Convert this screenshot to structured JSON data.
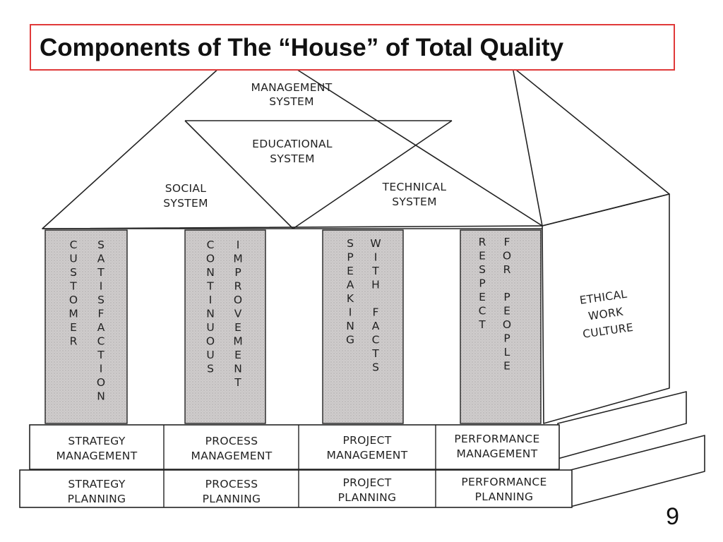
{
  "title": "Components of The “House” of Total Quality",
  "roof": {
    "top": [
      "MANAGEMENT",
      "SYSTEM"
    ],
    "middle": [
      "EDUCATIONAL",
      "SYSTEM"
    ],
    "left": [
      "SOCIAL",
      "SYSTEM"
    ],
    "right": [
      "TECHNICAL",
      "SYSTEM"
    ]
  },
  "pillars": [
    {
      "left": "CUSTOMER",
      "right": "SATISFACTION"
    },
    {
      "left": "CONTINUOUS",
      "right": "IMPROVEMENT"
    },
    {
      "left": "SPEAKING",
      "right": "WITH FACTS"
    },
    {
      "left": "RESPECT",
      "right": "FOR PEOPLE"
    }
  ],
  "side_wall": [
    "ETHICAL",
    "WORK",
    "CULTURE"
  ],
  "upper_foundation": [
    [
      "STRATEGY",
      "MANAGEMENT"
    ],
    [
      "PROCESS",
      "MANAGEMENT"
    ],
    [
      "PROJECT",
      "MANAGEMENT"
    ],
    [
      "PERFORMANCE",
      "MANAGEMENT"
    ]
  ],
  "lower_foundation": [
    [
      "STRATEGY",
      "PLANNING"
    ],
    [
      "PROCESS",
      "PLANNING"
    ],
    [
      "PROJECT",
      "PLANNING"
    ],
    [
      "PERFORMANCE",
      "PLANNING"
    ]
  ],
  "slide_number": "9",
  "colors": {
    "title_border": "#e03a3a",
    "pillar_fill": "#cfcccc",
    "line": "#222222"
  }
}
